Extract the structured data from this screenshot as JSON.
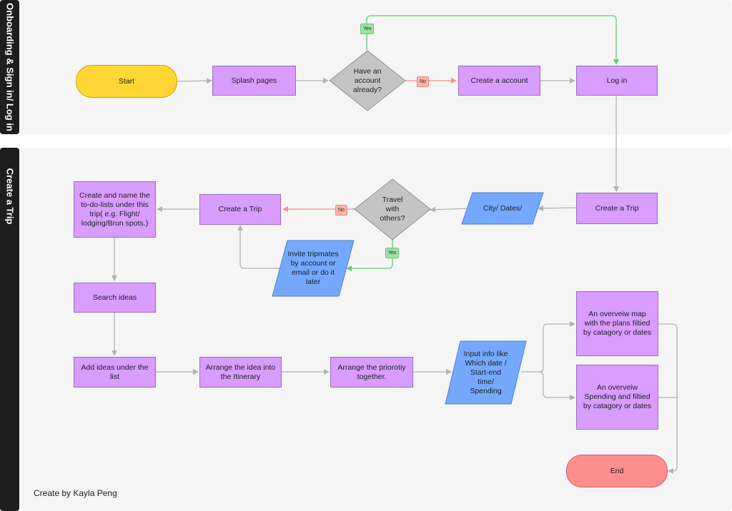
{
  "lanes": {
    "onboarding": "Onboarding & Sign in/ Log in",
    "create_trip": "Create a Trip"
  },
  "nodes": {
    "start": "Start",
    "splash": "Splash pages",
    "have_account": "Have an account already?",
    "create_account": "Create a account",
    "log_in": "Log in",
    "create_trip_right": "Create a Trip",
    "city_dates": "City/ Dates/",
    "travel_others": "Travel with others?",
    "create_trip_mid": "Create a Trip",
    "invite": "Invite tripmates by account  or email or do it later",
    "create_lists": "Create and name the to-do-lists under this trip( e.g. Flight/ lodging/Brun spots.)",
    "search_ideas": "Search ideas",
    "add_ideas": "Add ideas under the list",
    "arrange_itinerary": "Arrange the idea into the Itinerary",
    "arrange_priority": "Arrange the priorotiy together.",
    "input_info": "Input info like Which date / Start-end time/ Spending",
    "overview_map": "An overveiw map with the plans filtied by catagory or dates",
    "overview_spending": "An overveiw Spending and filtied by catagory or dates",
    "end": "End"
  },
  "tags": {
    "yes_account": "Yes",
    "no_account": "No",
    "no_travel": "No",
    "yes_travel": "Yes"
  },
  "credit": "Create by Kayla Peng",
  "colors": {
    "process": "#d99cff",
    "start": "#ffd633",
    "end": "#ff8e8e",
    "decision": "#c4c4c4",
    "input": "#74a9ff",
    "yes_line": "#5ccf6d",
    "no_line": "#f58f8f",
    "line": "#b3b3b3"
  }
}
